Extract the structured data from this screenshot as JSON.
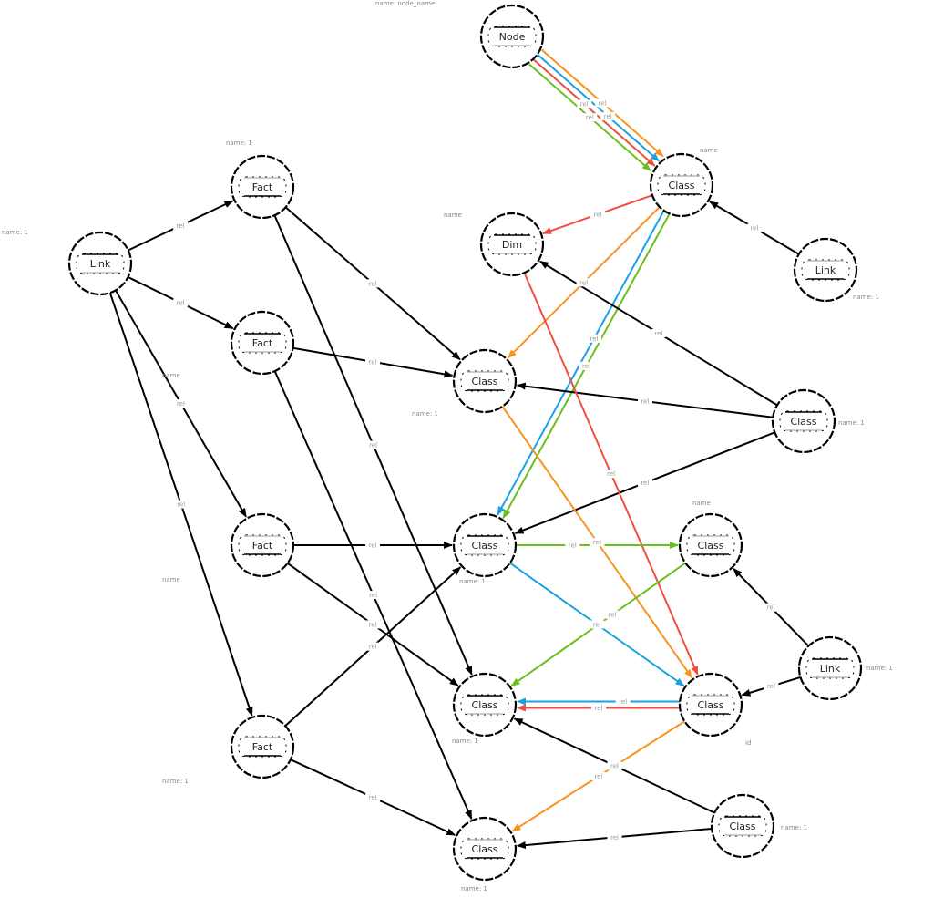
{
  "title": "Entity relation graph",
  "colors": {
    "black": "#000000",
    "orange": "#f7941d",
    "blue": "#1ba1e2",
    "red": "#f04e3e",
    "green": "#6abf1e"
  },
  "nodes": [
    {
      "id": "n1",
      "label": "Node",
      "tag": "name: node_name"
    },
    {
      "id": "n2",
      "label": "Class",
      "tag": "name"
    },
    {
      "id": "n3",
      "label": "Dim",
      "tag": "name"
    },
    {
      "id": "n4",
      "label": "Link",
      "tag": "name: 1"
    },
    {
      "id": "n5",
      "label": "Link",
      "tag": "name: 1"
    },
    {
      "id": "n6",
      "label": "Fact",
      "tag": "name: 1"
    },
    {
      "id": "n7",
      "label": "Fact",
      "tag": "name"
    },
    {
      "id": "n8",
      "label": "Class",
      "tag": "name: 1"
    },
    {
      "id": "n9",
      "label": "Class",
      "tag": "name: 1"
    },
    {
      "id": "n10",
      "label": "Fact",
      "tag": "name"
    },
    {
      "id": "n11",
      "label": "Class",
      "tag": "name: 1"
    },
    {
      "id": "n12",
      "label": "Class",
      "tag": "name"
    },
    {
      "id": "n13",
      "label": "Link",
      "tag": "name: 1"
    },
    {
      "id": "n14",
      "label": "Fact",
      "tag": "name: 1"
    },
    {
      "id": "n15",
      "label": "Class",
      "tag": "name: 1"
    },
    {
      "id": "n16",
      "label": "Class",
      "tag": "id"
    },
    {
      "id": "n17",
      "label": "Class",
      "tag": "name: 1"
    },
    {
      "id": "n18",
      "label": "Class",
      "tag": "name: 1"
    }
  ],
  "edges": [
    {
      "from": "n5",
      "to": "n6",
      "color": "black",
      "label": "rel"
    },
    {
      "from": "n5",
      "to": "n7",
      "color": "black",
      "label": "rel"
    },
    {
      "from": "n5",
      "to": "n10",
      "color": "black",
      "label": "rel"
    },
    {
      "from": "n5",
      "to": "n14",
      "color": "black",
      "label": "rel"
    },
    {
      "from": "n6",
      "to": "n8",
      "color": "black",
      "label": "rel"
    },
    {
      "from": "n6",
      "to": "n15",
      "color": "black",
      "label": "rel"
    },
    {
      "from": "n7",
      "to": "n8",
      "color": "black",
      "label": "rel"
    },
    {
      "from": "n7",
      "to": "n18",
      "color": "black",
      "label": "rel"
    },
    {
      "from": "n10",
      "to": "n11",
      "color": "black",
      "label": "rel"
    },
    {
      "from": "n10",
      "to": "n15",
      "color": "black",
      "label": "rel"
    },
    {
      "from": "n14",
      "to": "n11",
      "color": "black",
      "label": "rel"
    },
    {
      "from": "n14",
      "to": "n18",
      "color": "black",
      "label": "rel"
    },
    {
      "from": "n1",
      "to": "n2",
      "color": "orange",
      "label": "rel"
    },
    {
      "from": "n1",
      "to": "n2",
      "color": "blue",
      "label": "rel"
    },
    {
      "from": "n1",
      "to": "n2",
      "color": "red",
      "label": "rel"
    },
    {
      "from": "n1",
      "to": "n2",
      "color": "green",
      "label": "rel"
    },
    {
      "from": "n4",
      "to": "n2",
      "color": "black",
      "label": "rel"
    },
    {
      "from": "n2",
      "to": "n3",
      "color": "red",
      "label": "rel"
    },
    {
      "from": "n2",
      "to": "n8",
      "color": "orange",
      "label": "rel"
    },
    {
      "from": "n2",
      "to": "n11",
      "color": "green",
      "label": "rel"
    },
    {
      "from": "n2",
      "to": "n11",
      "color": "blue",
      "label": "rel"
    },
    {
      "from": "n9",
      "to": "n3",
      "color": "black",
      "label": "rel"
    },
    {
      "from": "n9",
      "to": "n8",
      "color": "black",
      "label": "rel"
    },
    {
      "from": "n9",
      "to": "n11",
      "color": "black",
      "label": "rel"
    },
    {
      "from": "n3",
      "to": "n16",
      "color": "red",
      "label": "rel"
    },
    {
      "from": "n8",
      "to": "n16",
      "color": "orange",
      "label": "rel"
    },
    {
      "from": "n11",
      "to": "n12",
      "color": "green",
      "label": "rel"
    },
    {
      "from": "n11",
      "to": "n16",
      "color": "blue",
      "label": "rel"
    },
    {
      "from": "n12",
      "to": "n15",
      "color": "green",
      "label": "rel"
    },
    {
      "from": "n13",
      "to": "n12",
      "color": "black",
      "label": "rel"
    },
    {
      "from": "n13",
      "to": "n16",
      "color": "black",
      "label": "rel"
    },
    {
      "from": "n16",
      "to": "n15",
      "color": "red",
      "label": "rel"
    },
    {
      "from": "n16",
      "to": "n15",
      "color": "blue",
      "label": "rel"
    },
    {
      "from": "n16",
      "to": "n18",
      "color": "orange",
      "label": "rel"
    },
    {
      "from": "n17",
      "to": "n15",
      "color": "black",
      "label": "rel"
    },
    {
      "from": "n17",
      "to": "n18",
      "color": "black",
      "label": "rel"
    }
  ]
}
